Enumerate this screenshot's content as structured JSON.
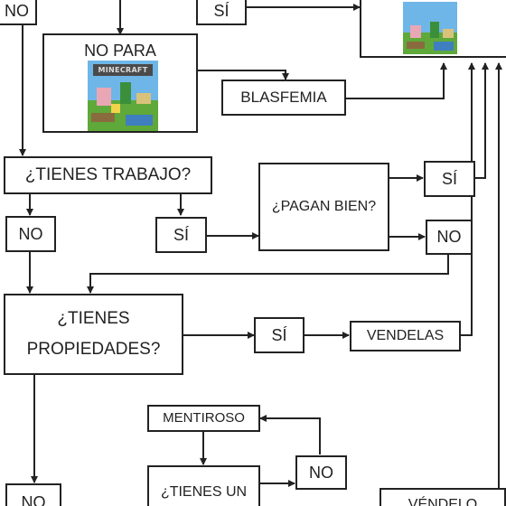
{
  "nodes": {
    "no_top": "NO",
    "si_top": "SÍ",
    "no_para": "NO PARA",
    "blasfemia": "BLASFEMIA",
    "tienes_trabajo": "¿TIENES TRABAJO?",
    "no_trabajo": "NO",
    "si_trabajo": "SÍ",
    "pagan_bien": "¿PAGAN BIEN?",
    "si_pagan": "SÍ",
    "no_pagan": "NO",
    "tienes_propiedades_1": "¿TIENES",
    "tienes_propiedades_2": "PROPIEDADES?",
    "si_propiedades": "SÍ",
    "vendelas": "VENDELAS",
    "mentiroso": "MENTIROSO",
    "no_mentiroso": "NO",
    "tienes_un": "¿TIENES UN",
    "no_bottom": "NO",
    "vendelo": "VÉNDELO"
  },
  "logo": {
    "text": "MINECRAFT"
  },
  "colors": {
    "line": "#222222",
    "sky": "#6fb6e8",
    "grass": "#5fa83a"
  }
}
